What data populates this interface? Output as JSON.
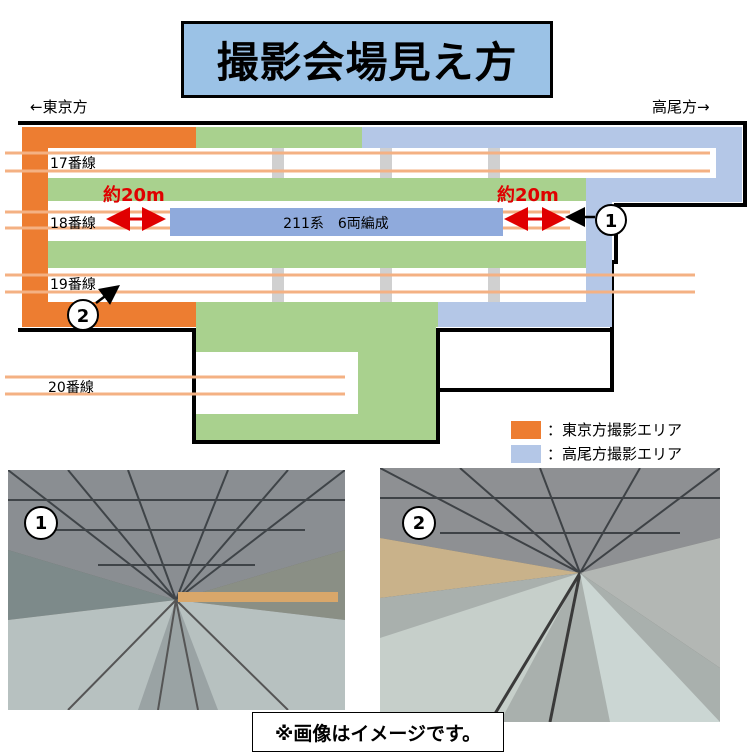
{
  "title": "撮影会場見え方",
  "directions": {
    "left": "←東京方",
    "right": "高尾方→"
  },
  "tracks": {
    "t17": "17番線",
    "t18": "18番線",
    "t19": "19番線",
    "t20": "20番線"
  },
  "train_label": "211系　6両編成",
  "distance_labels": {
    "left": "約20m",
    "right": "約20m"
  },
  "viewpoints": {
    "one": "1",
    "two": "2"
  },
  "legend": {
    "tokyo": {
      "label": "：東京方撮影エリア",
      "color": "#ed7d31"
    },
    "takao": {
      "label": "：高尾方撮影エリア",
      "color": "#b4c7e7"
    }
  },
  "photos": {
    "one_badge": "1",
    "two_badge": "2"
  },
  "note": "※画像はイメージです。",
  "colors": {
    "platform_green": "#a9d18e",
    "title_blue": "#9bc2e6",
    "rail_orange": "#f4b183",
    "train_blue": "#8faadc",
    "arrow_red": "#e00000"
  }
}
